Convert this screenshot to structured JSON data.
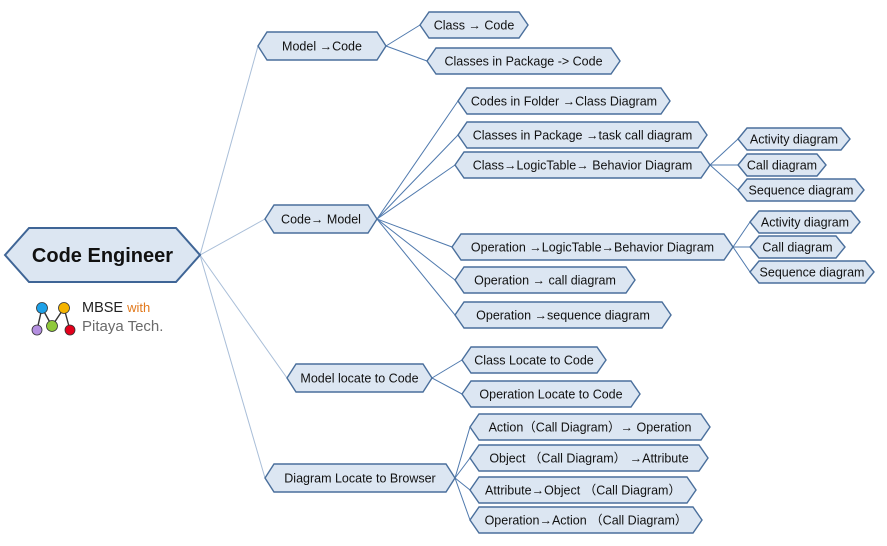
{
  "root": {
    "label": "Code Engineer"
  },
  "logo": {
    "brand": "MBSE",
    "with": "with",
    "company": "Pitaya Tech."
  },
  "branches": [
    {
      "label": "Model →Code",
      "children": [
        {
          "label": "Class → Code",
          "children": []
        },
        {
          "label": "Classes in Package -> Code",
          "children": []
        }
      ]
    },
    {
      "label": "Code→ Model",
      "children": [
        {
          "label": "Codes in Folder →Class Diagram",
          "children": []
        },
        {
          "label": "Classes in Package →task call diagram",
          "children": []
        },
        {
          "label": "Class→LogicTable→ Behavior Diagram",
          "children": [
            {
              "label": "Activity diagram"
            },
            {
              "label": "Call diagram"
            },
            {
              "label": "Sequence diagram"
            }
          ]
        },
        {
          "label": "Operation →LogicTable→Behavior Diagram",
          "children": [
            {
              "label": "Activity diagram"
            },
            {
              "label": "Call diagram"
            },
            {
              "label": "Sequence diagram"
            }
          ]
        },
        {
          "label": "Operation → call diagram",
          "children": []
        },
        {
          "label": "Operation →sequence diagram",
          "children": []
        }
      ]
    },
    {
      "label": "Model locate to Code",
      "children": [
        {
          "label": "Class Locate to Code",
          "children": []
        },
        {
          "label": "Operation Locate to Code",
          "children": []
        }
      ]
    },
    {
      "label": "Diagram Locate to Browser",
      "children": [
        {
          "label": "Action（Call Diagram）→ Operation",
          "children": []
        },
        {
          "label": "Object  （Call Diagram） →Attribute",
          "children": []
        },
        {
          "label": "Attribute→Object （Call Diagram）",
          "children": []
        },
        {
          "label": "Operation→Action （Call Diagram）",
          "children": []
        }
      ]
    }
  ]
}
